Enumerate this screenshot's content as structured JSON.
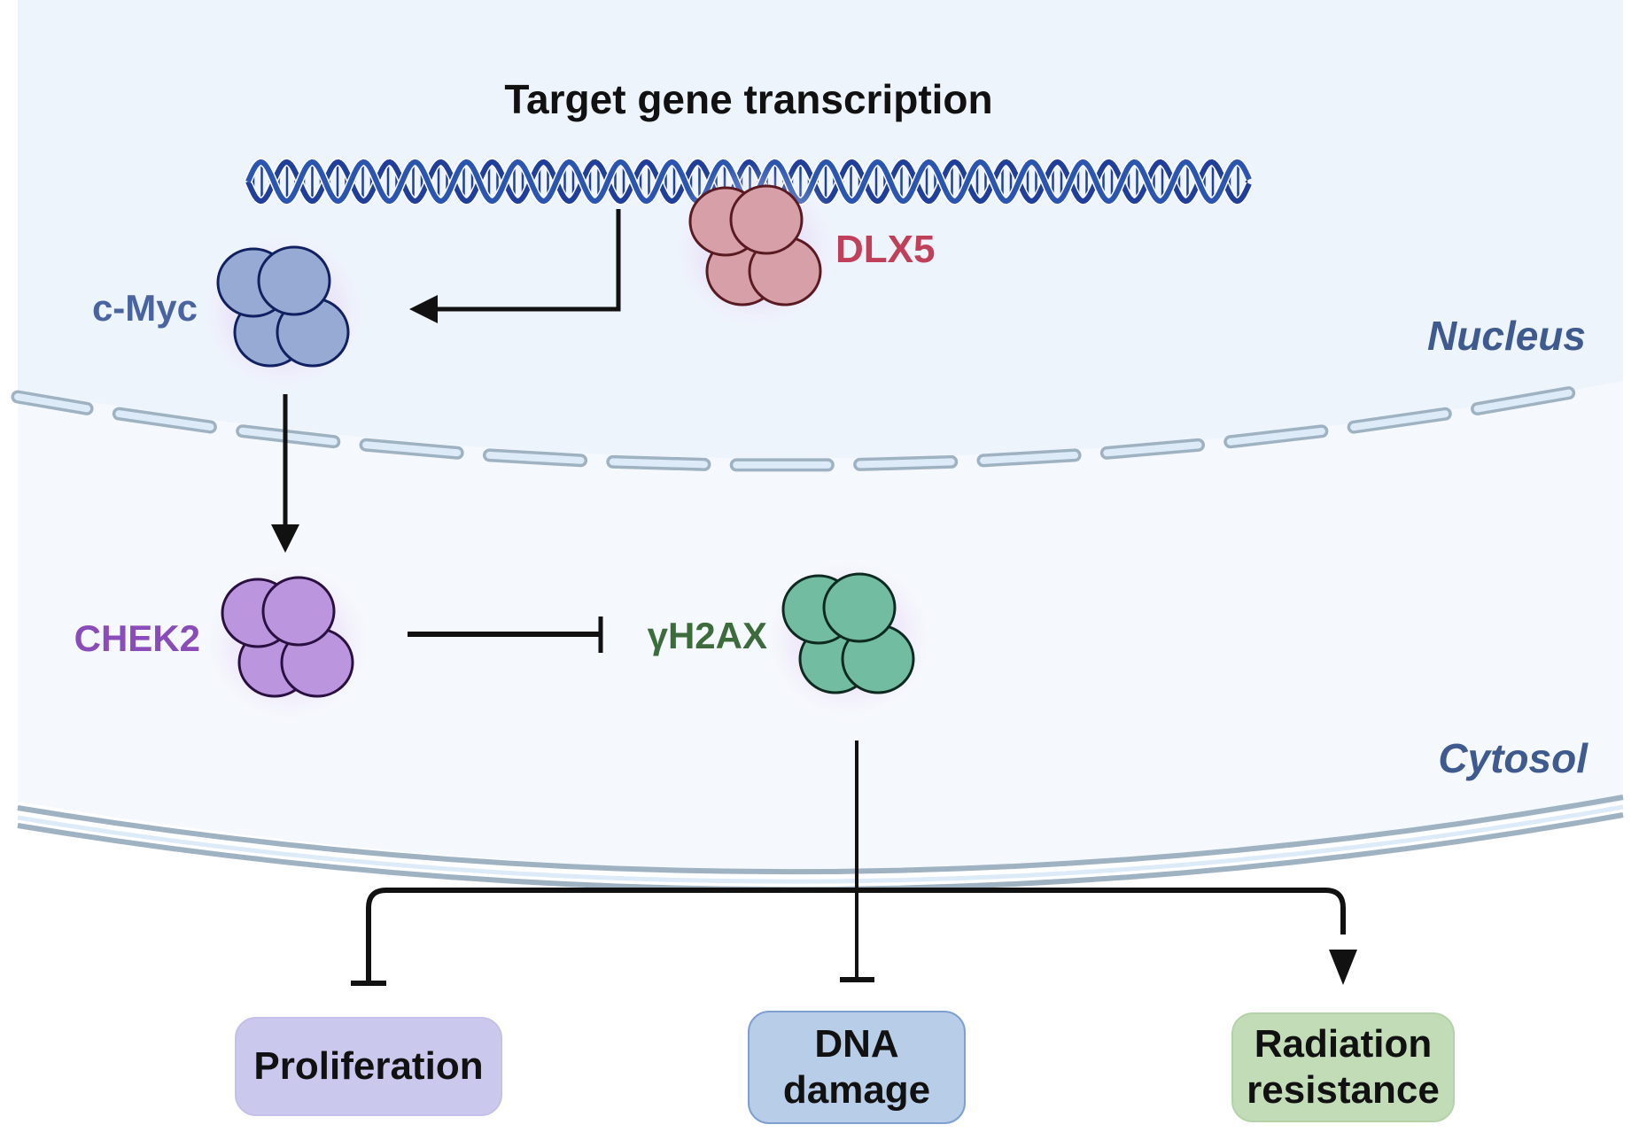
{
  "title": "Target gene transcription",
  "compartments": {
    "nucleus": "Nucleus",
    "cytosol": "Cytosol"
  },
  "proteins": [
    {
      "id": "dlx5",
      "label": "DLX5",
      "label_color": "#c0405a",
      "fill": "#d7a0a8",
      "stroke": "#5a1a22"
    },
    {
      "id": "cmyc",
      "label": "c-Myc",
      "label_color": "#4a64a0",
      "fill": "#97aad4",
      "stroke": "#102060"
    },
    {
      "id": "chek2",
      "label": "CHEK2",
      "label_color": "#8a4cb8",
      "fill": "#bb96df",
      "stroke": "#2a1040"
    },
    {
      "id": "gh2ax",
      "label": "γH2AX",
      "label_color": "#3c6b3c",
      "fill": "#72bca2",
      "stroke": "#0e2a20"
    }
  ],
  "interactions": [
    {
      "from": "DLX5",
      "to": "c-Myc",
      "type": "activation"
    },
    {
      "from": "c-Myc",
      "to": "CHEK2",
      "type": "activation"
    },
    {
      "from": "CHEK2",
      "to": "γH2AX",
      "type": "inhibition"
    },
    {
      "from": "γH2AX",
      "to": "Proliferation",
      "type": "inhibition"
    },
    {
      "from": "γH2AX",
      "to": "DNA damage",
      "type": "inhibition"
    },
    {
      "from": "γH2AX",
      "to": "Radiation resistance",
      "type": "activation"
    }
  ],
  "outcomes": [
    {
      "id": "proliferation",
      "lines": [
        "Proliferation"
      ],
      "fill": "#cbc8ee",
      "border": "#c4c0ea"
    },
    {
      "id": "dna-damage",
      "lines": [
        "DNA",
        "damage"
      ],
      "fill": "#b8cde8",
      "border": "#7f9fd0"
    },
    {
      "id": "radiation-resistance",
      "lines": [
        "Radiation",
        "resistance"
      ],
      "fill": "#c3dcb8",
      "border": "#b4d2a8"
    }
  ],
  "colors": {
    "nucleus_bg": "#edf4fc",
    "cytosol_bg": "#f5f9fd",
    "membrane": "#9fb2c2",
    "membrane_fill": "#dcebf7",
    "dna": "#1f3f9a",
    "compartment_label": "#3e5a8e",
    "arrow": "#111111"
  }
}
